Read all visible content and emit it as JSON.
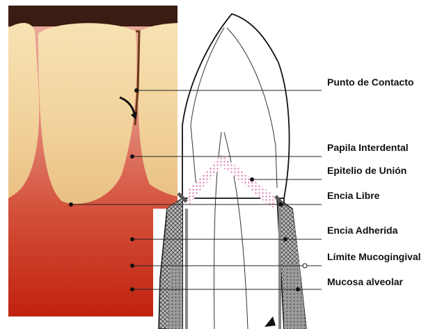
{
  "labels": {
    "punto_contacto": "Punto de Contacto",
    "papila_interdental": "Papila Interdental",
    "epitelio_union": "Epitelio de Unión",
    "encia_libre": "Encia Libre",
    "encia_adherida": "Encia Adherida",
    "limite_mucogingival": "Límite Mucogingival",
    "mucosa_alveolar": "Mucosa alveolar"
  },
  "colors": {
    "tooth": "#f1d49b",
    "gingiva": "#e49a8f",
    "mucosa": "#c22a14",
    "epithelium": "#e58fc0",
    "bone_hatch": "#555555"
  }
}
